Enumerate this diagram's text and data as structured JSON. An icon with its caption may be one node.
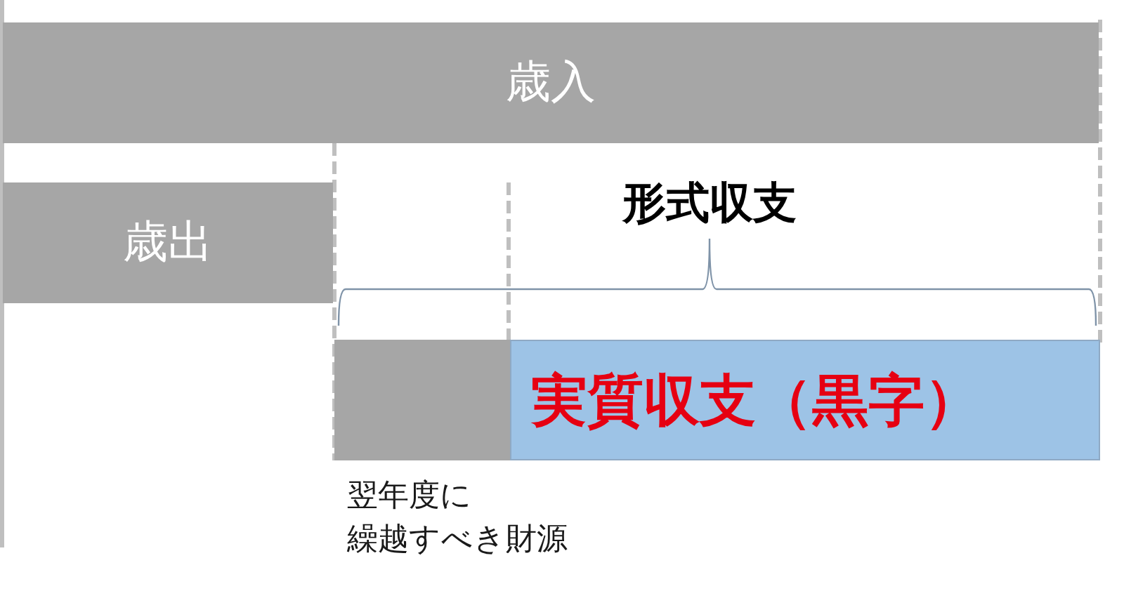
{
  "diagram": {
    "nodes": [
      {
        "text": [
          "歳入"
        ]
      },
      {
        "text": [
          "歳出"
        ]
      },
      {
        "text": [],
        "shape": "bar",
        "beside": [
          "翌年度に繰越すべき財源"
        ]
      },
      {
        "text": [
          "実質収支（黒字）"
        ]
      }
    ],
    "labels": [
      "形式収支"
    ]
  }
}
